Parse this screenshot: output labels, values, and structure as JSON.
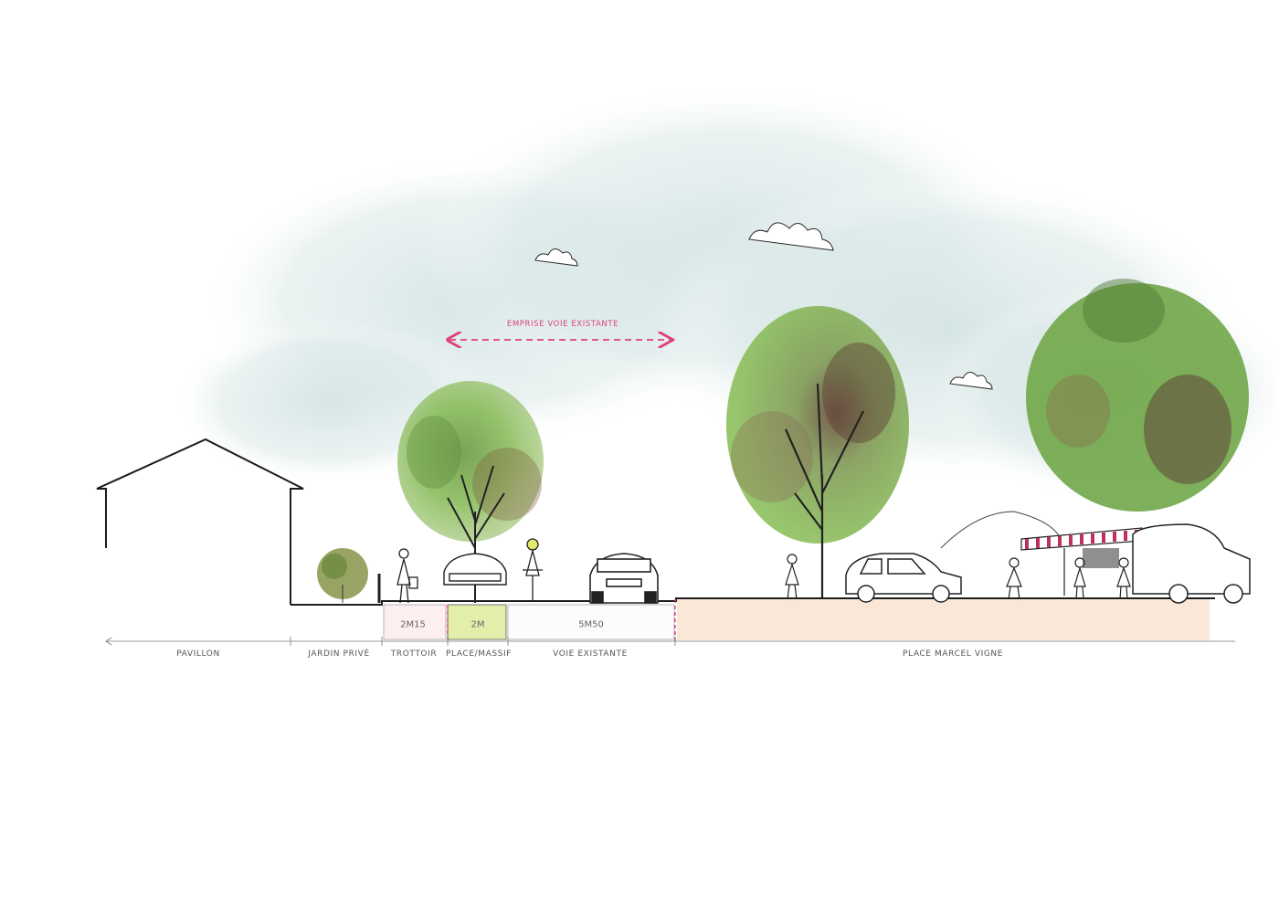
{
  "annotation": {
    "emprise_label": "EMPRISE VOIE EXISTANTE"
  },
  "segments": {
    "pavillon": "PAVILLON",
    "jardin": "JARDIN PRIVÉ",
    "trottoir": "TROTTOIR",
    "place_massif": "PLACE/MASSIF",
    "voie": "VOIE EXISTANTE",
    "place_marcel": "PLACE MARCEL VIGNE"
  },
  "dimensions": {
    "trottoir": "2M15",
    "place_massif": "2M",
    "voie": "5M50"
  },
  "colors": {
    "emprise_accent": "#e0407a",
    "place_marcel_fill": "#fbe7d8",
    "trottoir_fill": "#fdeff0",
    "massif_fill": "#e3eeaa",
    "tree_green": "#7fb05a",
    "tree_brown": "#7d5a3c",
    "sky_wash": "#d7e6e6"
  }
}
